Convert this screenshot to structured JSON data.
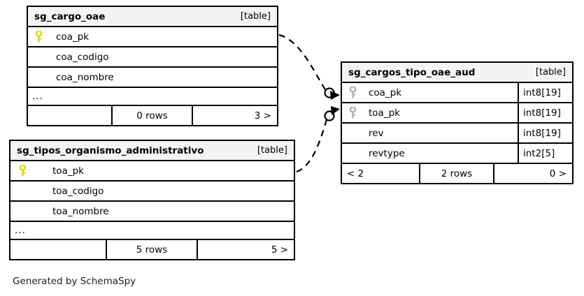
{
  "diagram": {
    "footer_note": "Generated by SchemaSpy",
    "table_tag": "[table]",
    "ellipsis": "...",
    "colors": {
      "pk_key_primary": "#d8d800",
      "pk_key_secondary": "#b0b0b0",
      "header_bg": "#f4f4f4",
      "border": "#000000",
      "background": "#ffffff"
    }
  },
  "tables": [
    {
      "id": "sg_cargo_oae",
      "name": "sg_cargo_oae",
      "tag": "[table]",
      "columns": [
        {
          "name": "coa_pk",
          "key": "primary-key-icon",
          "type": ""
        },
        {
          "name": "coa_codigo",
          "key": "",
          "type": ""
        },
        {
          "name": "coa_nombre",
          "key": "",
          "type": ""
        }
      ],
      "has_ellipsis": true,
      "footer": {
        "left": "",
        "middle": "0 rows",
        "right": "3 >"
      }
    },
    {
      "id": "sg_tipos_organismo_administrativo",
      "name": "sg_tipos_organismo_administrativo",
      "tag": "[table]",
      "columns": [
        {
          "name": "toa_pk",
          "key": "primary-key-icon",
          "type": ""
        },
        {
          "name": "toa_codigo",
          "key": "",
          "type": ""
        },
        {
          "name": "toa_nombre",
          "key": "",
          "type": ""
        }
      ],
      "has_ellipsis": true,
      "footer": {
        "left": "",
        "middle": "5 rows",
        "right": "5 >"
      }
    },
    {
      "id": "sg_cargos_tipo_oae_aud",
      "name": "sg_cargos_tipo_oae_aud",
      "tag": "[table]",
      "columns": [
        {
          "name": "coa_pk",
          "key": "foreign-key-icon",
          "type": "int8[19]"
        },
        {
          "name": "toa_pk",
          "key": "foreign-key-icon",
          "type": "int8[19]"
        },
        {
          "name": "rev",
          "key": "",
          "type": "int8[19]"
        },
        {
          "name": "revtype",
          "key": "",
          "type": "int2[5]"
        }
      ],
      "has_ellipsis": false,
      "footer": {
        "left": "< 2",
        "middle": "2 rows",
        "right": "0 >"
      }
    }
  ],
  "relationships": [
    {
      "from": "sg_cargo_oae.coa_pk",
      "to": "sg_cargos_tipo_oae_aud.coa_pk",
      "style": "dashed",
      "cardinality": "zero-or-many"
    },
    {
      "from": "sg_tipos_organismo_administrativo.toa_pk",
      "to": "sg_cargos_tipo_oae_aud.toa_pk",
      "style": "dashed",
      "cardinality": "zero-or-many"
    }
  ]
}
